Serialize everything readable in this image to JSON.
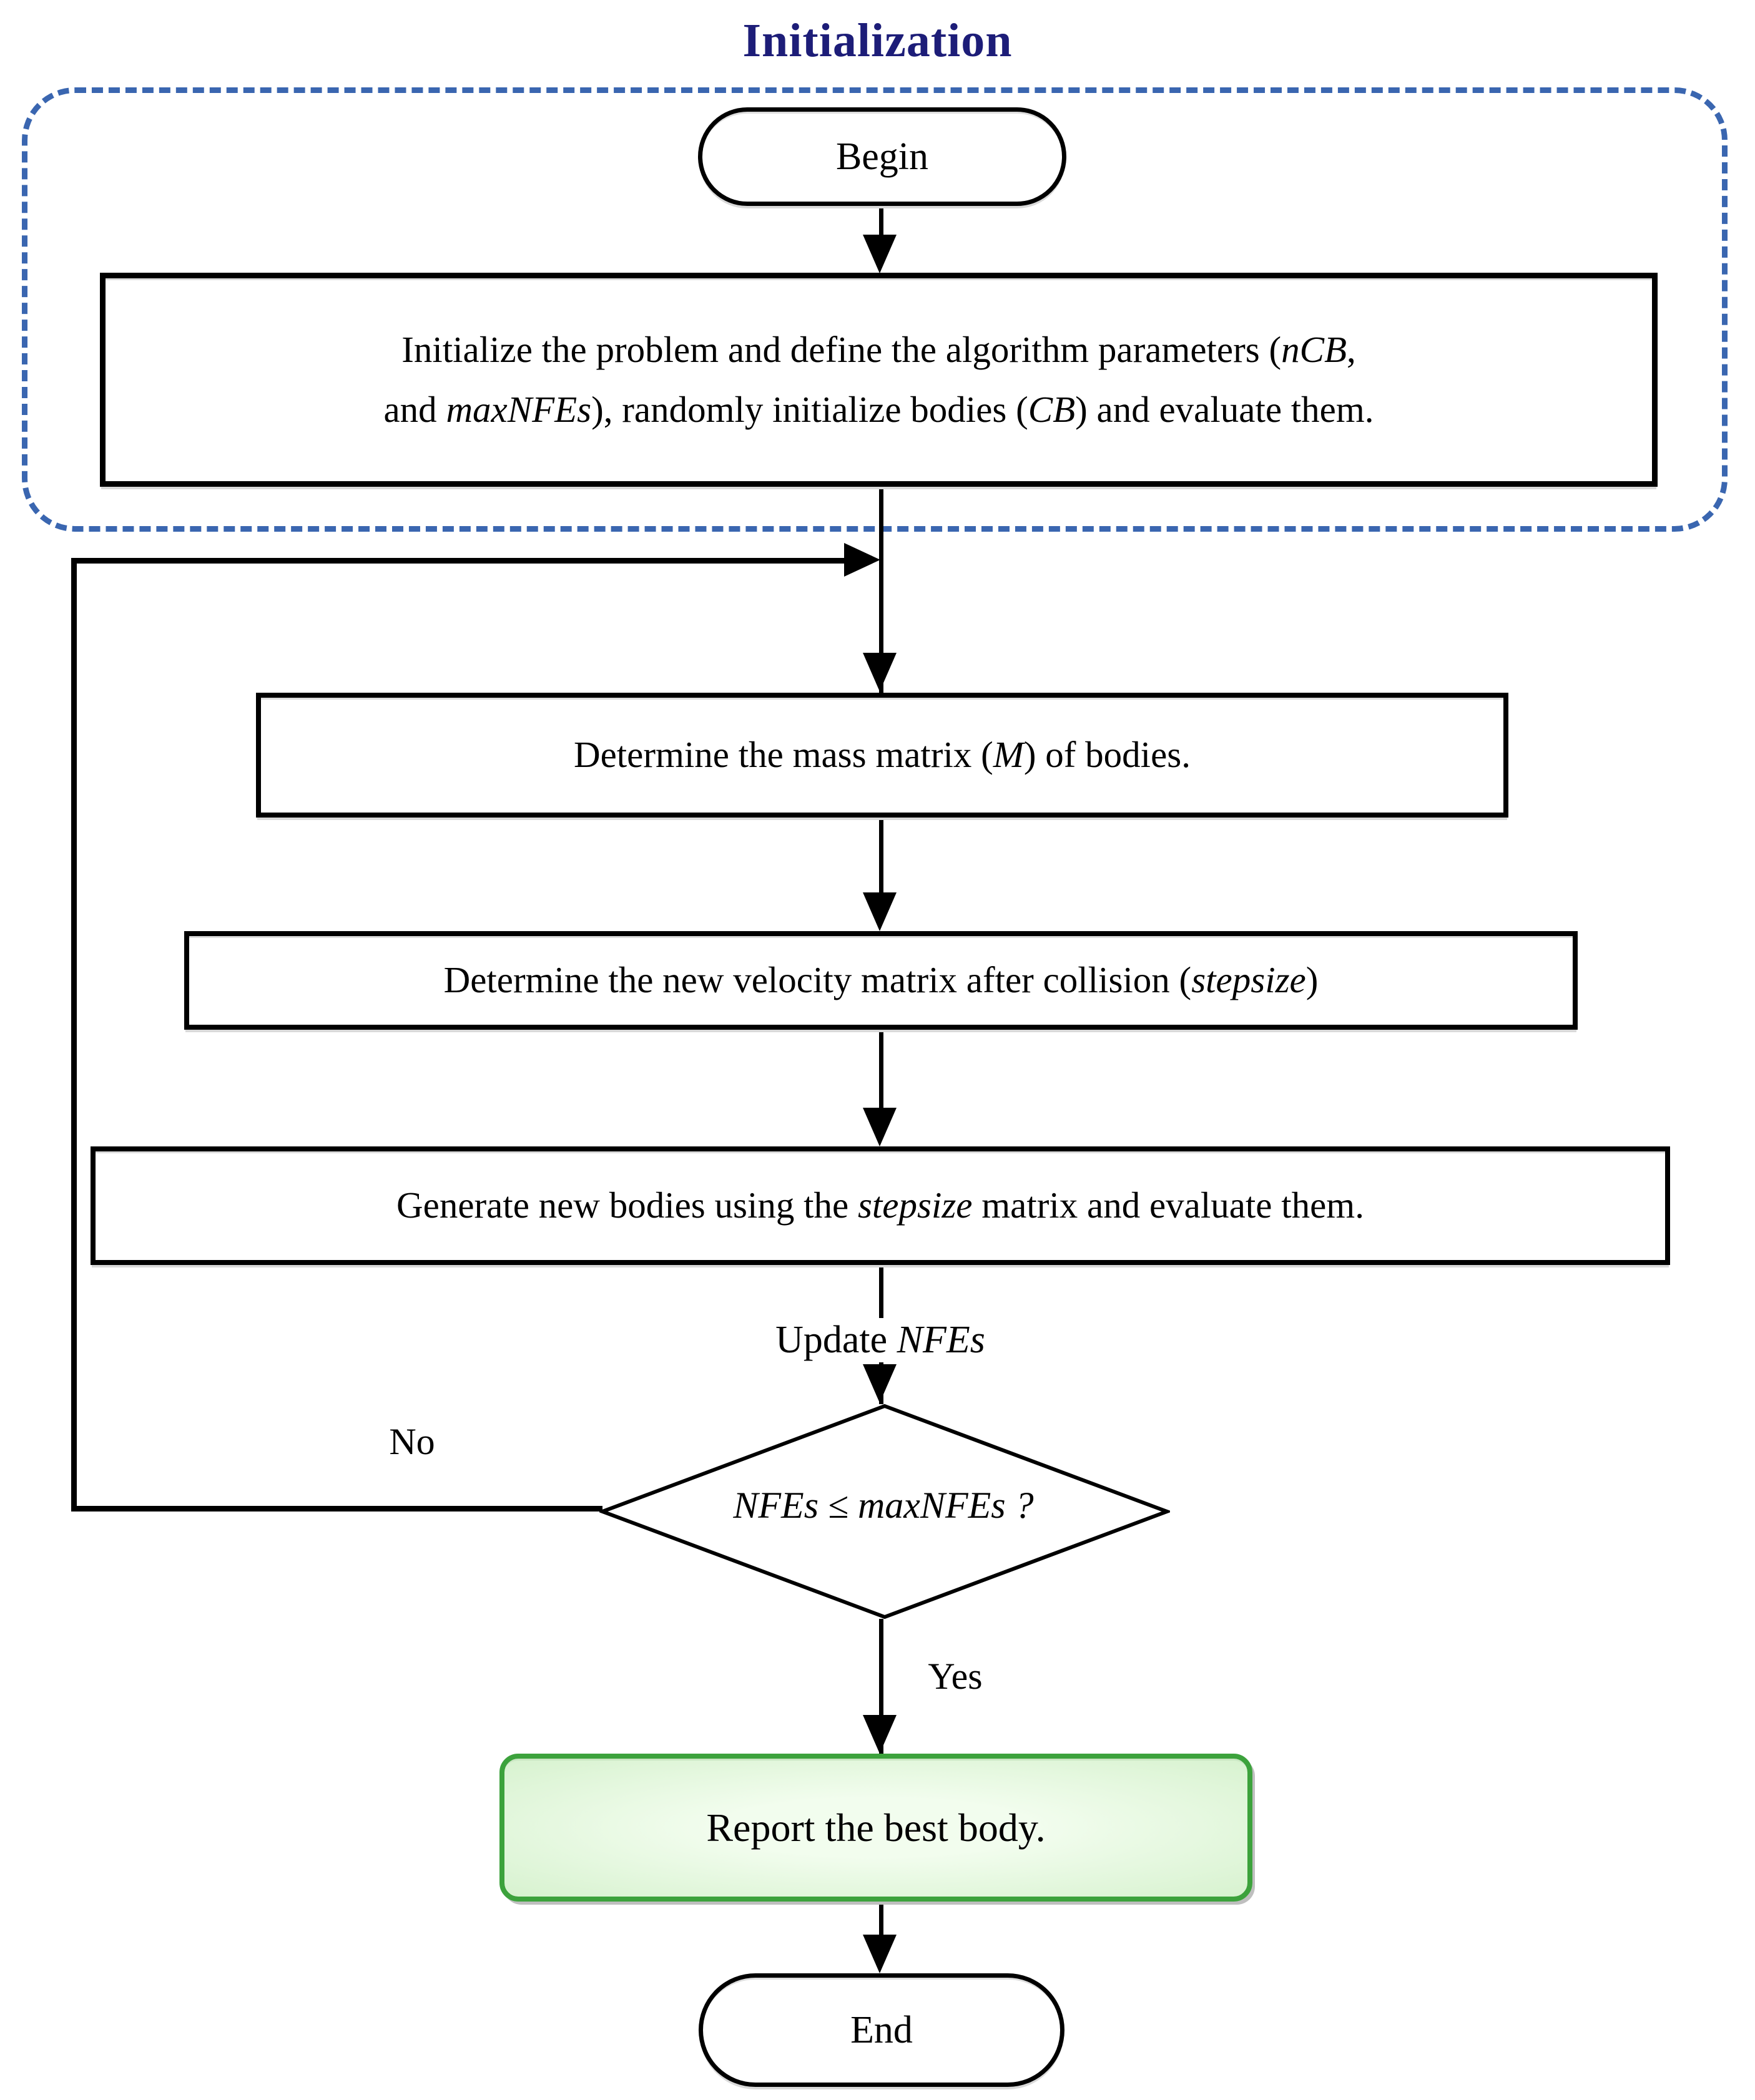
{
  "title": "Initialization",
  "labels": {
    "no": "No",
    "yes": "Yes"
  },
  "nodes": {
    "begin": {
      "label": "Begin"
    },
    "initialize": {
      "segments": [
        {
          "t": "Initialize the problem and define the algorithm parameters ("
        },
        {
          "t": "nCB",
          "i": true
        },
        {
          "t": ",\nand "
        },
        {
          "t": "maxNFEs",
          "i": true
        },
        {
          "t": "), randomly initialize bodies ("
        },
        {
          "t": "CB",
          "i": true
        },
        {
          "t": ") and evaluate them."
        }
      ]
    },
    "mass": {
      "segments": [
        {
          "t": "Determine the mass matrix ("
        },
        {
          "t": "M",
          "i": true
        },
        {
          "t": ") of bodies."
        }
      ]
    },
    "velocity": {
      "segments": [
        {
          "t": "Determine the new velocity matrix after collision ("
        },
        {
          "t": "stepsize",
          "i": true
        },
        {
          "t": ")"
        }
      ]
    },
    "generate": {
      "segments": [
        {
          "t": "Generate new bodies using the "
        },
        {
          "t": "stepsize",
          "i": true
        },
        {
          "t": " matrix and evaluate them."
        }
      ]
    },
    "update_nfes": {
      "segments": [
        {
          "t": "Update "
        },
        {
          "t": "NFEs",
          "i": true
        }
      ]
    },
    "decision": {
      "segments": [
        {
          "t": "NFEs ≤ maxNFEs ?",
          "i": true
        }
      ]
    },
    "report": {
      "label": "Report the best body."
    },
    "end": {
      "label": "End"
    }
  },
  "colors": {
    "title": "#1d1d78",
    "dashed_border": "#3a66b0",
    "line": "#000000",
    "shape_border": "#000000",
    "report_border": "#3ca23c",
    "report_fill": "#d7f2cf",
    "report_fill_light": "#f2fdee",
    "background": "#ffffff"
  }
}
